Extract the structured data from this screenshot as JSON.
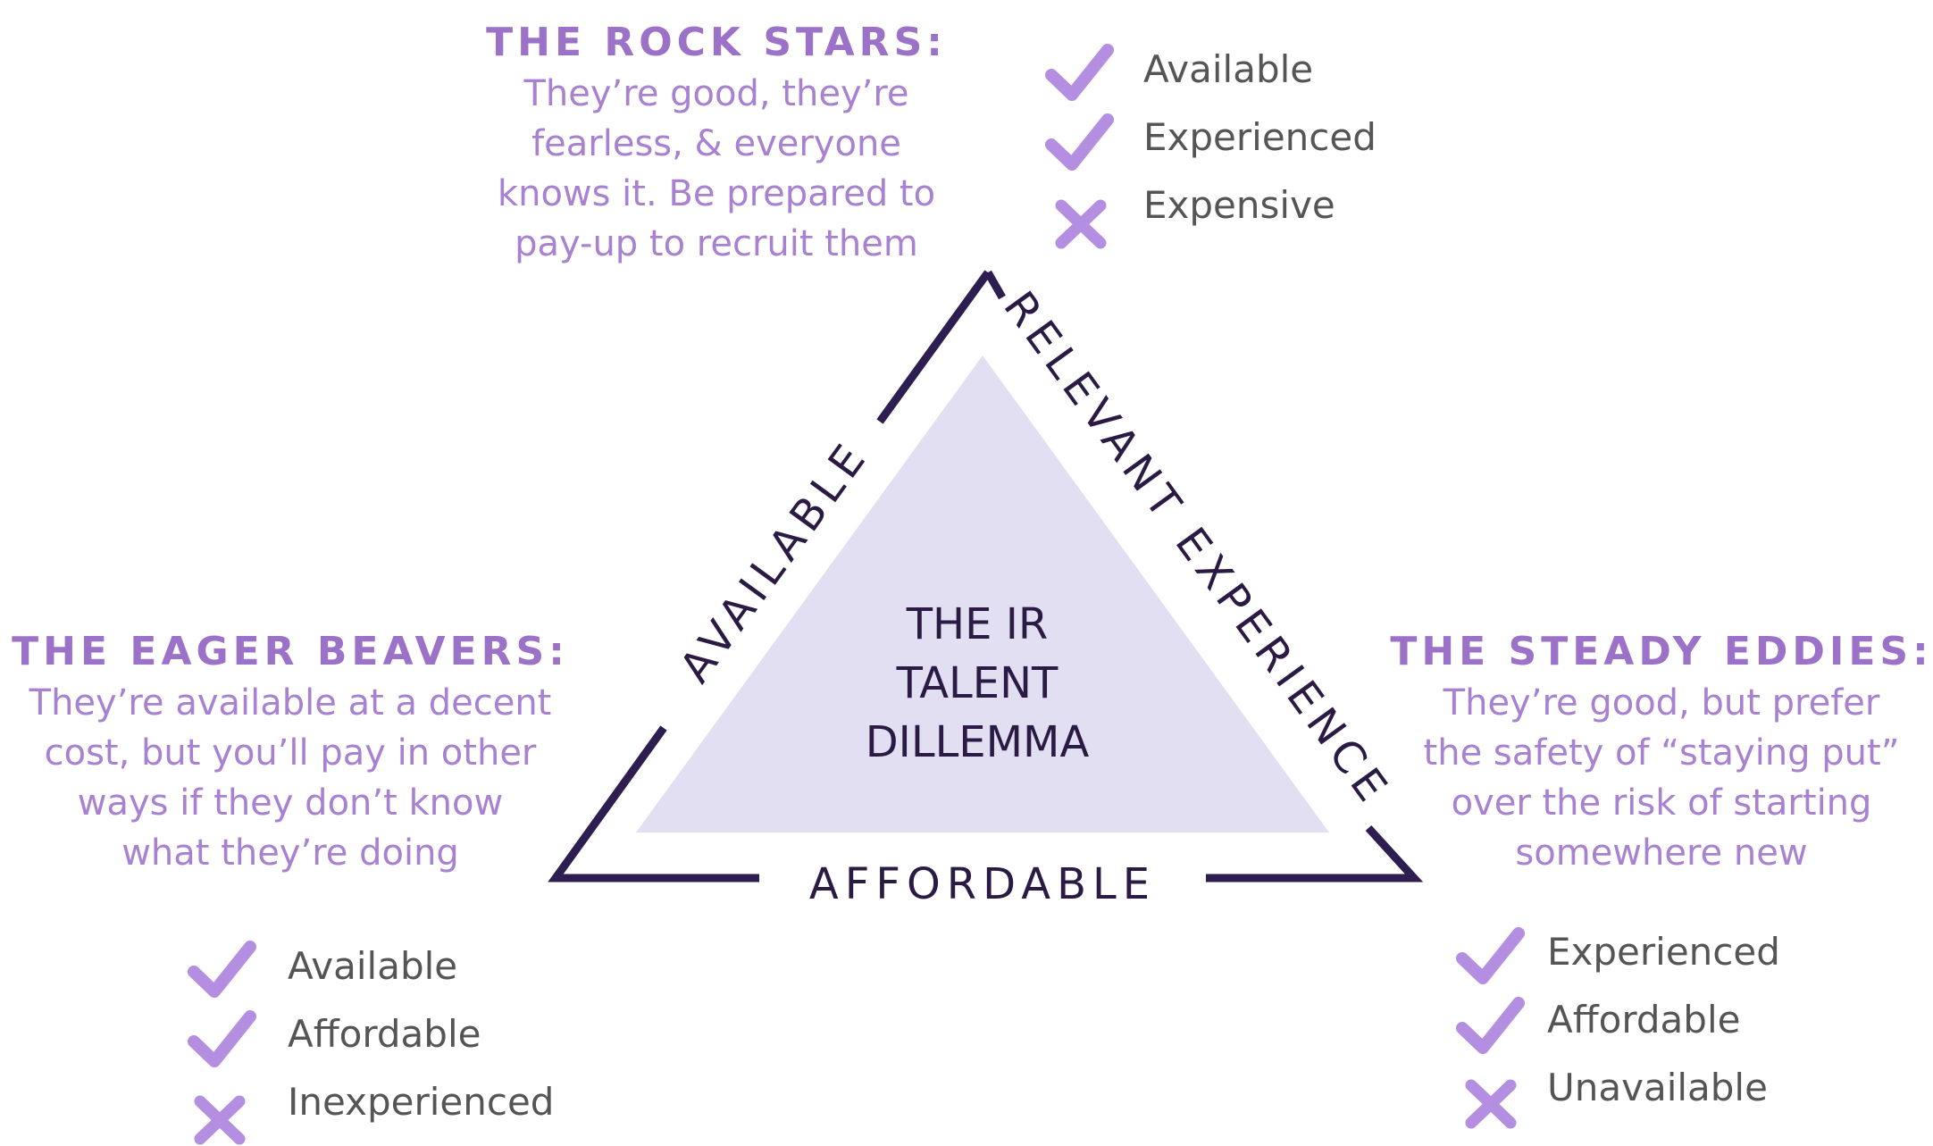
{
  "diagram": {
    "center_title": [
      "THE IR",
      "TALENT",
      "DILLEMMA"
    ],
    "edges": {
      "left": "AVAILABLE",
      "right": "RELEVANT EXPERIENCE",
      "bottom": "AFFORDABLE"
    },
    "rock_stars": {
      "title": "THE ROCK STARS:",
      "description": [
        "They’re good, they’re",
        "fearless, & everyone",
        "knows it.  Be prepared to",
        "pay-up to recruit them"
      ],
      "items": [
        {
          "label": "Available",
          "icon": "check-icon"
        },
        {
          "label": "Experienced",
          "icon": "check-icon"
        },
        {
          "label": "Expensive",
          "icon": "x-icon"
        }
      ]
    },
    "eager_beavers": {
      "title": "THE EAGER BEAVERS:",
      "description": [
        "They’re available at a decent",
        "cost, but you’ll pay in other",
        "ways if they don’t know",
        "what they’re doing"
      ],
      "items": [
        {
          "label": "Available",
          "icon": "check-icon"
        },
        {
          "label": "Affordable",
          "icon": "check-icon"
        },
        {
          "label": "Inexperienced",
          "icon": "x-icon"
        }
      ]
    },
    "steady_eddies": {
      "title": "THE STEADY EDDIES:",
      "description": [
        "They’re good, but prefer",
        "the safety of “staying put”",
        "over the risk of starting",
        "somewhere new"
      ],
      "items": [
        {
          "label": "Experienced",
          "icon": "check-icon"
        },
        {
          "label": "Affordable",
          "icon": "check-icon"
        },
        {
          "label": "Unavailable",
          "icon": "x-icon"
        }
      ]
    },
    "colors": {
      "accent": "#9b72c8",
      "description": "#a881d1",
      "mark": "#b48ee0",
      "triangle_fill": "#e3dff2",
      "outline": "#2e1d50",
      "label_dark": "#2a1a44",
      "item_text": "#555555"
    }
  }
}
